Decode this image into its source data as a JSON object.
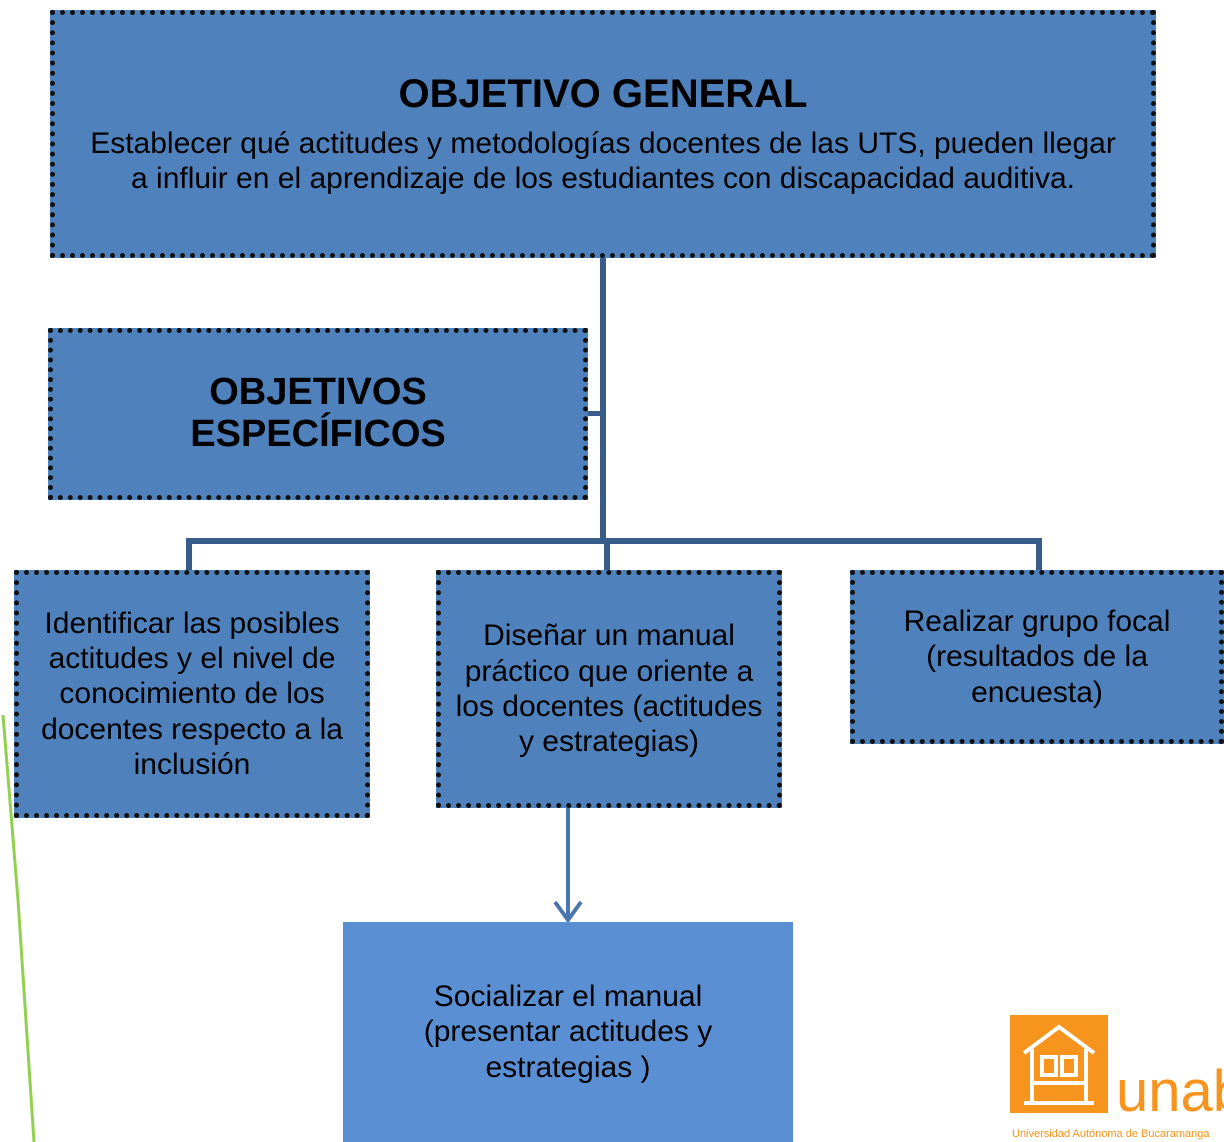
{
  "general": {
    "title": "OBJETIVO GENERAL",
    "text": "Establecer  qué actitudes y metodologías docentes de las UTS, pueden llegar a influir en el aprendizaje de los estudiantes con discapacidad auditiva."
  },
  "especificos": {
    "title_line1": "OBJETIVOS",
    "title_line2": "ESPECÍFICOS"
  },
  "items": [
    {
      "text": "Identificar las posibles actitudes y el nivel de conocimiento de los docentes respecto a la inclusión"
    },
    {
      "text": "Diseñar un manual práctico que oriente a los docentes (actitudes y estrategias)"
    },
    {
      "text": "Realizar grupo focal (resultados de la encuesta)"
    }
  ],
  "socializar": {
    "text": "Socializar el manual (presentar actitudes y estrategias )"
  },
  "logo": {
    "name": "unab",
    "caption": "Universidad Autónoma de Bucaramanga",
    "color": "#f7941d"
  },
  "colors": {
    "box_fill": "#4f81bd",
    "box_fill_light": "#5b8fd4",
    "connector": "#385d8a",
    "accent_green": "#92d050"
  }
}
